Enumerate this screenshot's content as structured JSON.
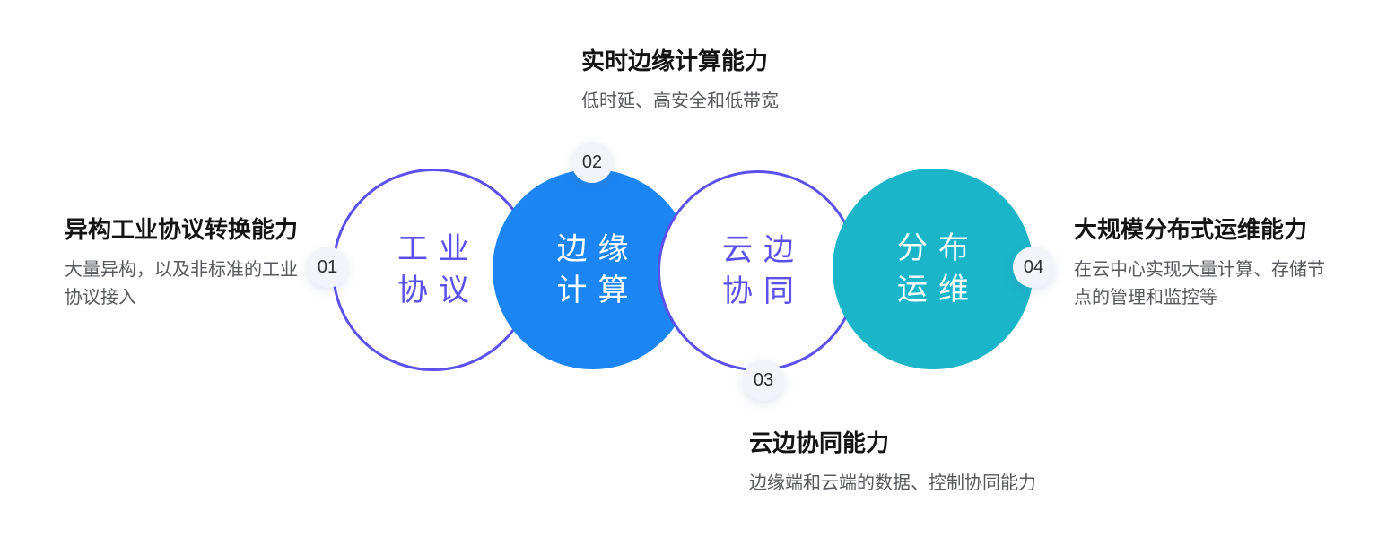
{
  "labels": {
    "top": {
      "title": "实时边缘计算能力",
      "desc": "低时延、高安全和低带宽"
    },
    "left": {
      "title": "异构工业协议转换能力",
      "desc": "大量异构，以及非标准的工业协议接入"
    },
    "bottom": {
      "title": "云边协同能力",
      "desc": "边缘端和云端的数据、控制协同能力"
    },
    "right": {
      "title": "大规模分布式运维能力",
      "desc": "在云中心实现大量计算、存储节点的管理和监控等"
    }
  },
  "circles": [
    {
      "badge": "01",
      "line1": "工业",
      "line2": "协议"
    },
    {
      "badge": "02",
      "line1": "边缘",
      "line2": "计算"
    },
    {
      "badge": "03",
      "line1": "云边",
      "line2": "协同"
    },
    {
      "badge": "04",
      "line1": "分布",
      "line2": "运维"
    }
  ],
  "colors": {
    "purple": "#5B50EE",
    "blue": "#1B86F3",
    "teal": "#1AB5C8",
    "badge_bg": "#F2F4FA"
  }
}
